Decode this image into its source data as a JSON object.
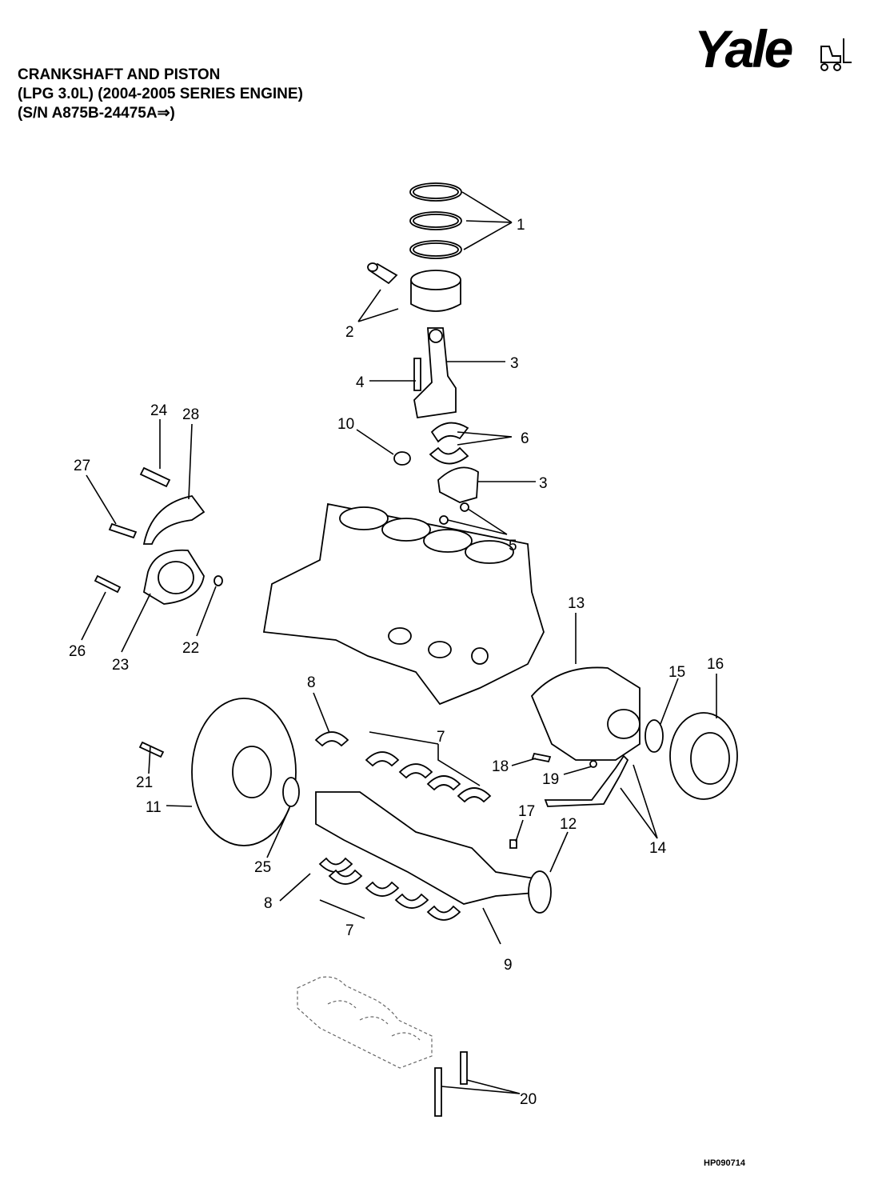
{
  "header": {
    "title_lines": [
      "CRANKSHAFT AND PISTON",
      "(LPG 3.0L) (2004-2005 SERIES ENGINE)",
      "(S/N A875B-24475A⇒)"
    ],
    "logo_text": "Yale"
  },
  "callouts": [
    "1",
    "2",
    "3",
    "4",
    "10",
    "6",
    "3",
    "24",
    "28",
    "27",
    "5",
    "13",
    "26",
    "23",
    "22",
    "16",
    "15",
    "8",
    "7",
    "18",
    "19",
    "21",
    "11",
    "17",
    "12",
    "14",
    "25",
    "8",
    "7",
    "9",
    "20"
  ],
  "drawing_code": "HP090714",
  "colors": {
    "ink": "#000000",
    "background": "#ffffff"
  }
}
